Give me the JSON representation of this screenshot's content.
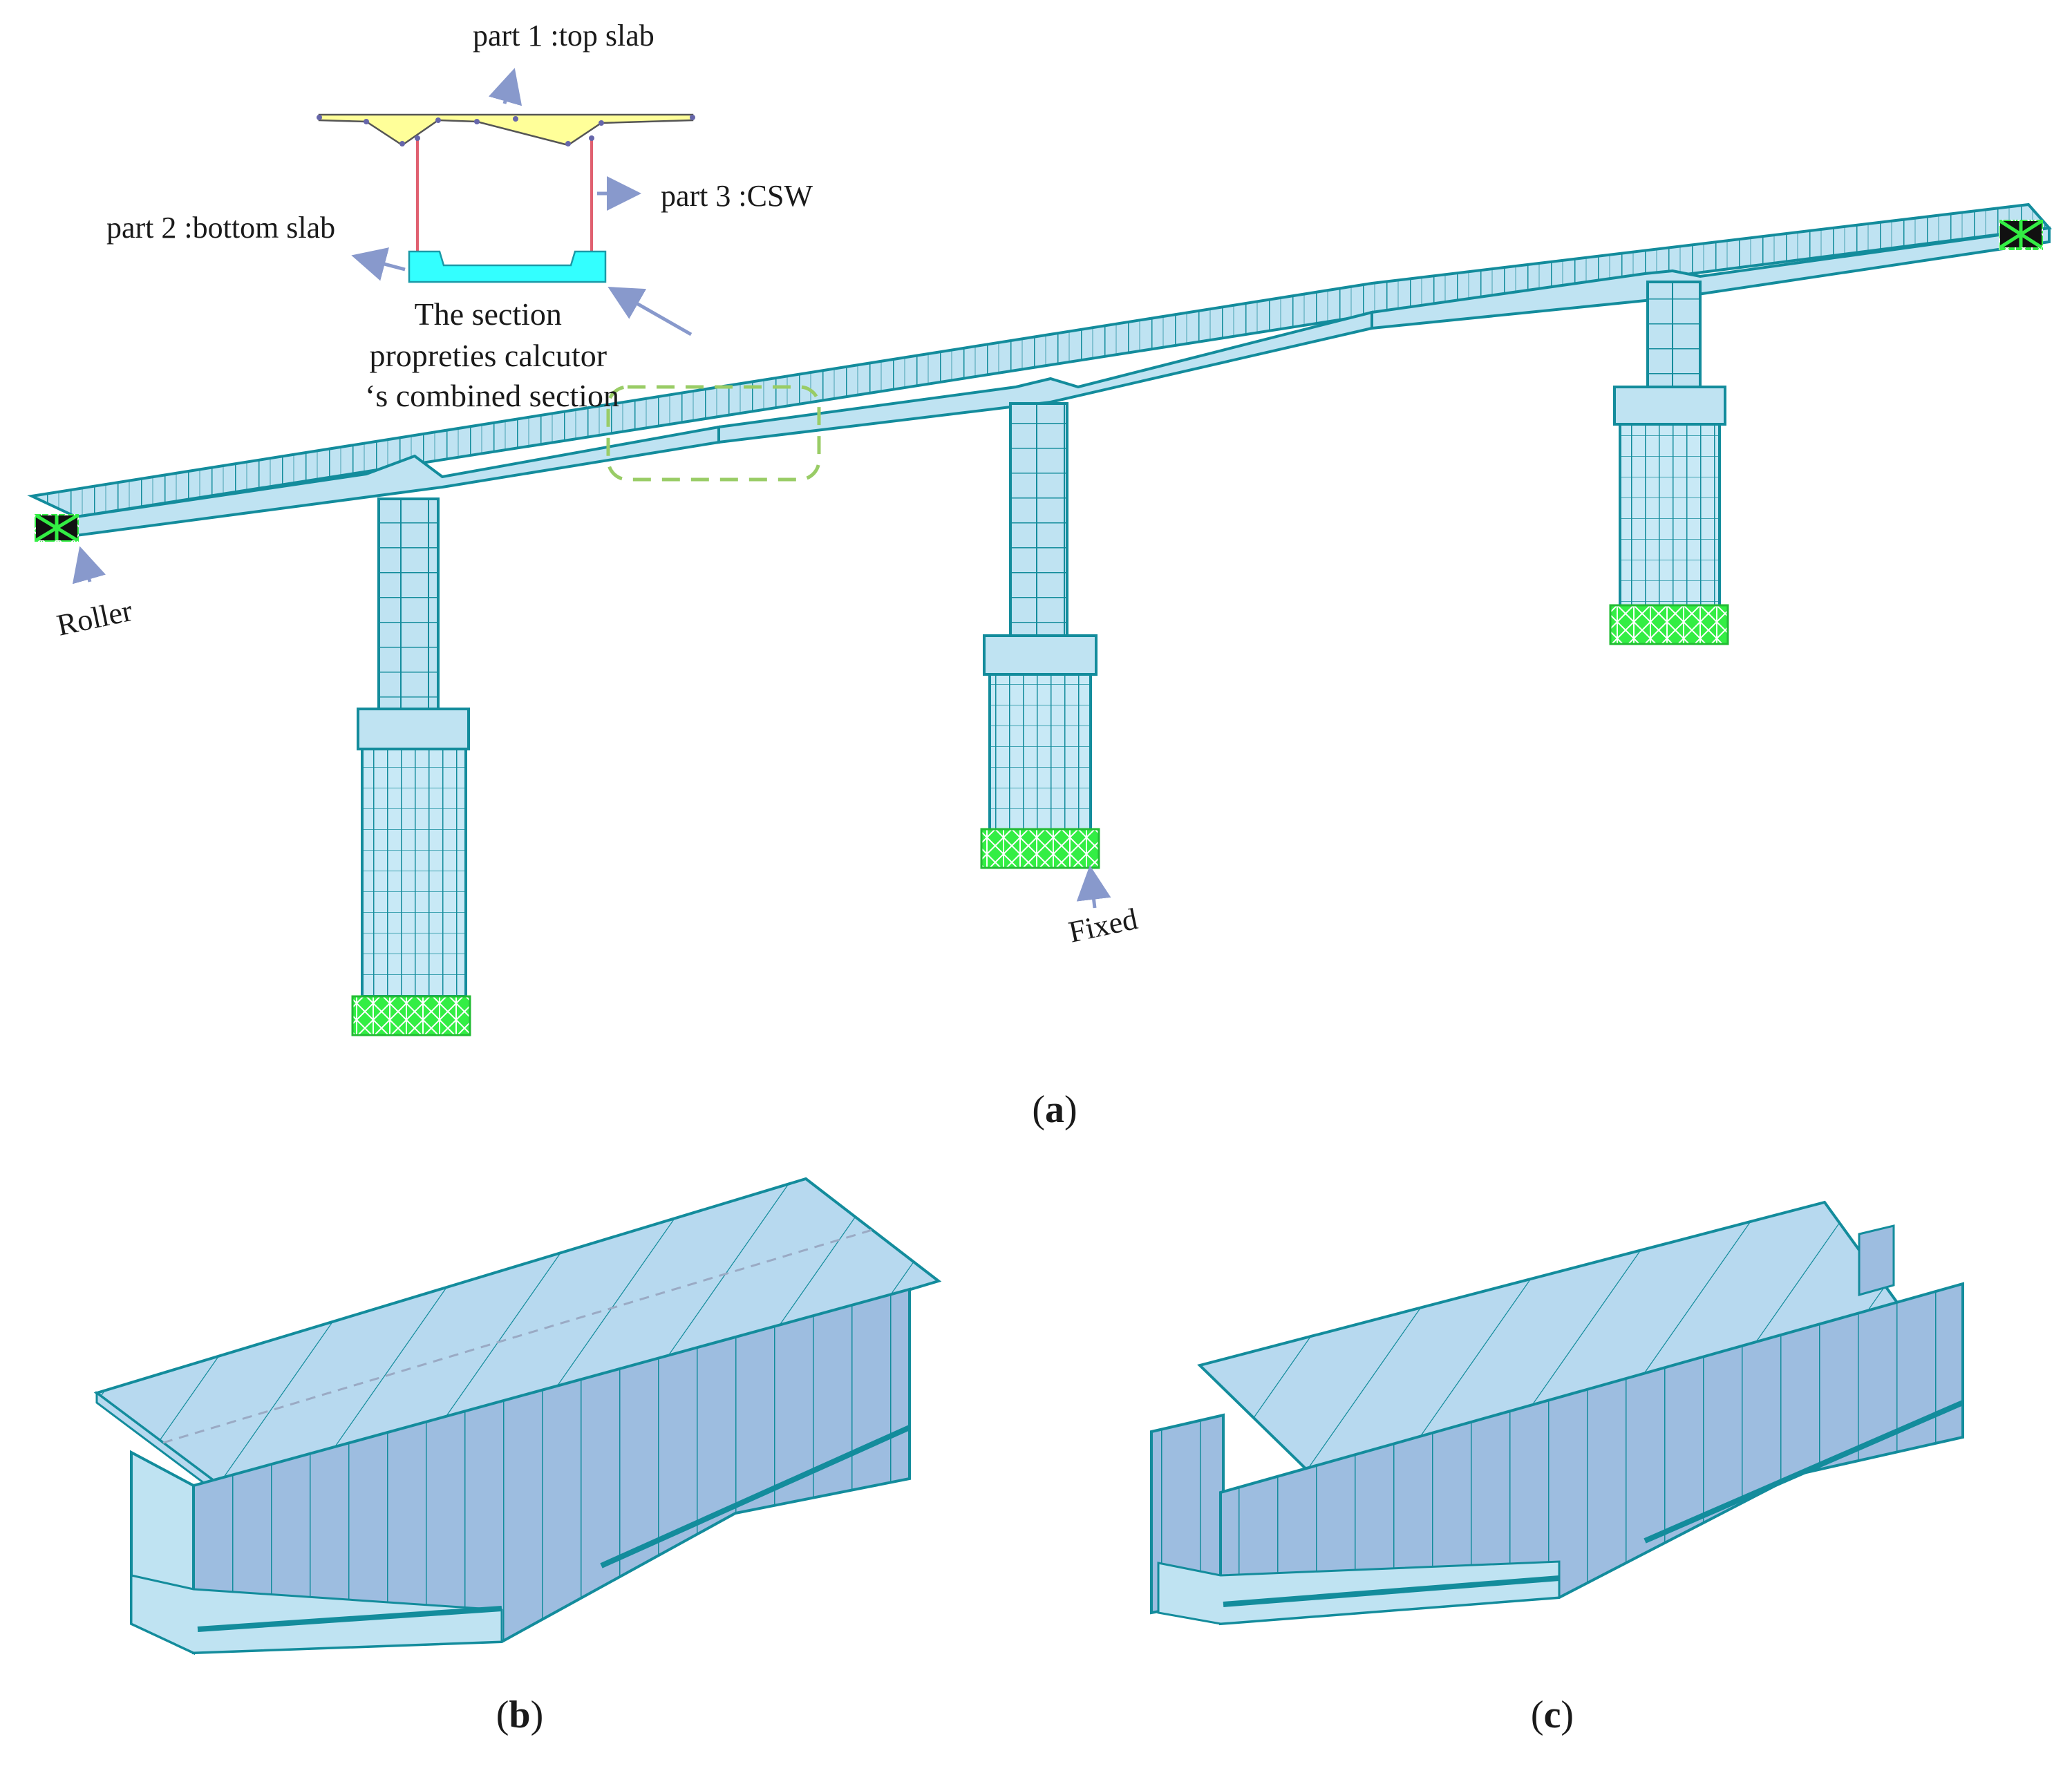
{
  "colors": {
    "mesh_fill": "#bfe3f2",
    "mesh_line": "#138c9c",
    "support_green": "#33ee44",
    "top_slab": "#ffff99",
    "bottom_slab": "#33ffff",
    "csw_web": "#e06070",
    "arrow": "#8899cc",
    "dashed_box": "#99cc66"
  },
  "panel_a": {
    "section_callouts": {
      "top_slab": "part 1 :top slab",
      "bottom_slab": "part 2 :bottom slab",
      "csw": "part 3 :CSW"
    },
    "section_note": {
      "line1": "The section",
      "line2": "propreties calcutor",
      "line3": "‘s combined section"
    },
    "supports": {
      "roller": "Roller",
      "fixed": "Fixed"
    },
    "caption_letter": "a"
  },
  "panel_b": {
    "caption_letter": "b"
  },
  "panel_c": {
    "caption_letter": "c"
  }
}
